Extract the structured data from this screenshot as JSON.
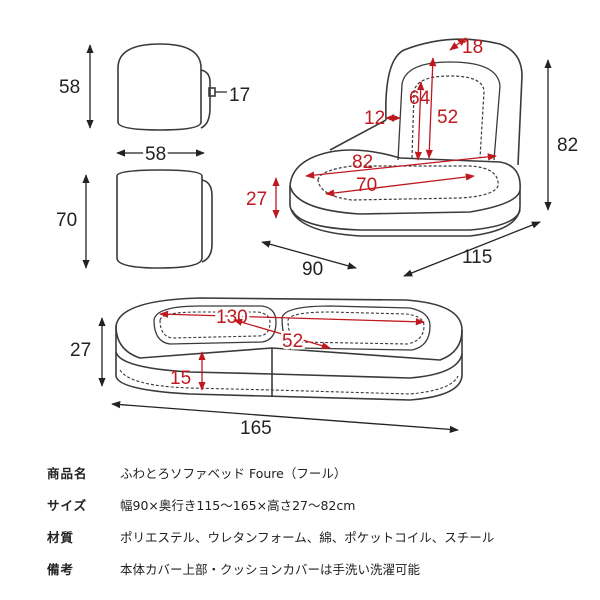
{
  "dimensions": {
    "back_height": "58",
    "back_depth": "17",
    "back_width": "58",
    "seat_length": "70",
    "chair_height": "82",
    "backrest_top": "18",
    "backrest_inner": "64",
    "backrest_cushion": "52",
    "side_width": "12",
    "seat_inner_width": "82",
    "seat_cushion": "70",
    "seat_height": "27",
    "chair_width": "90",
    "chair_depth": "115",
    "bed_height": "27",
    "bed_inner_length": "130",
    "bed_inner_width": "52",
    "cushion_thickness": "15",
    "bed_length": "165"
  },
  "colors": {
    "dimension_black": "#222222",
    "dimension_red": "#c0181f",
    "outline": "#3a3a3a"
  },
  "specs": [
    {
      "label": "商品名",
      "value": "ふわとろソファベッド Foure（フール）"
    },
    {
      "label": "サイズ",
      "value": "幅90×奥行き115～165×高さ27～82cm"
    },
    {
      "label": "材質",
      "value": "ポリエステル、ウレタンフォーム、綿、ポケットコイル、スチール"
    },
    {
      "label": "備考",
      "value": "本体カバー上部・クッションカバーは手洗い洗濯可能"
    }
  ]
}
